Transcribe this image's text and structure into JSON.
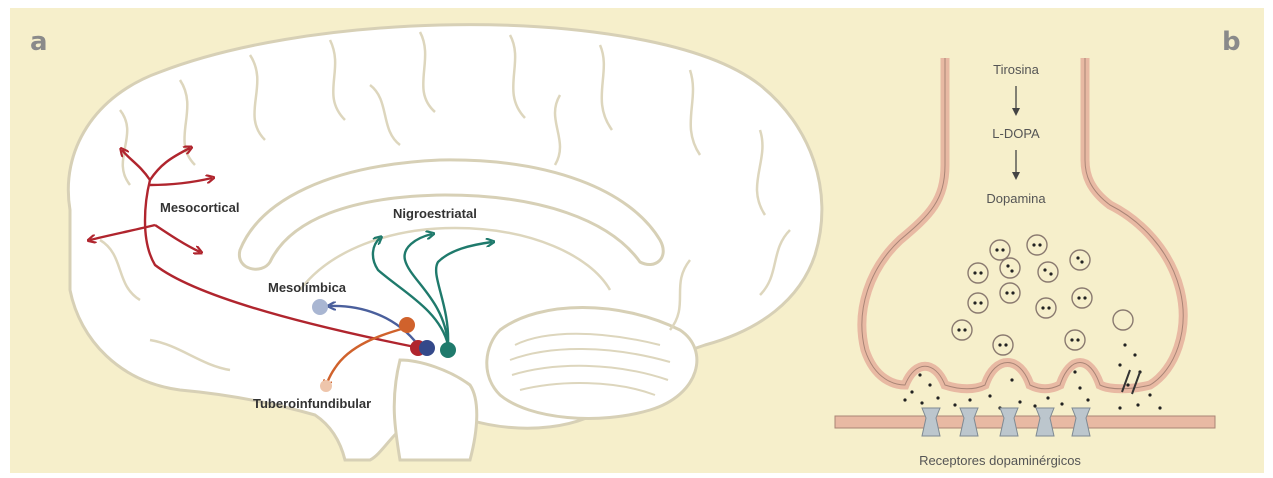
{
  "panels": {
    "a": {
      "letter": "a"
    },
    "b": {
      "letter": "b"
    }
  },
  "pathways": {
    "mesocortical": "Mesocortical",
    "nigroestriatal": "Nigroestriatal",
    "mesolimbica": "Mesolímbica",
    "tuberoinfundibular": "Tuberoinfundibular"
  },
  "synthesis": {
    "step1": "Tirosina",
    "step2": "L-DOPA",
    "step3": "Dopamina"
  },
  "receptors_label": "Receptores dopaminérgicos",
  "colors": {
    "background": "#f6efcb",
    "brain_outline": "#d7d0b6",
    "mesocortical": "#b0252e",
    "nigroestriatal": "#1f7a6c",
    "mesolimbica": "#4a5f9c",
    "tuberoinfundibular": "#d0622c",
    "neuron_membrane": "#e8b9a3",
    "neuron_outline": "#a98576",
    "receptor": "#bcc6cd"
  }
}
